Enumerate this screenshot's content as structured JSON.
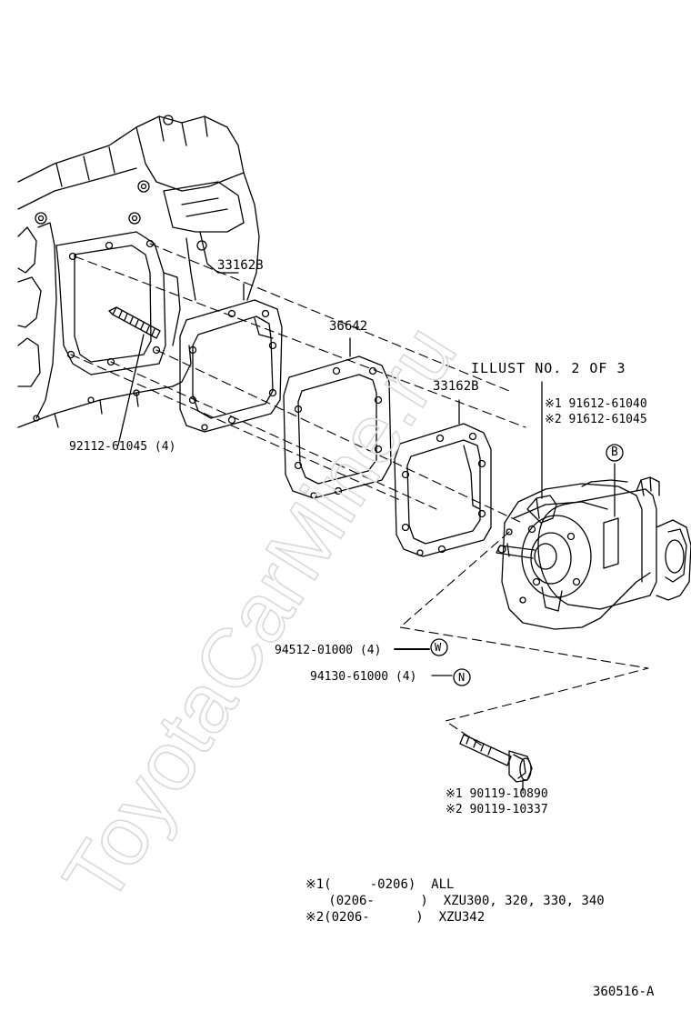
{
  "parts": {
    "p_33162b_left": "33162B",
    "p_36642": "36642",
    "p_33162b_right": "33162B",
    "p_92112": "92112-61045 (4)",
    "illust": "ILLUST NO. 2 OF 3",
    "p_91612_1": "※1 91612-61040",
    "p_91612_2": "※2 91612-61045",
    "marker_b": "B",
    "p_94512": "94512-01000 (4)",
    "marker_w": "W",
    "p_94130": "94130-61000 (4)",
    "marker_n": "N",
    "p_90119_1": "※1 90119-10890",
    "p_90119_2": "※2 90119-10337"
  },
  "notes": {
    "line1": "※1(     -0206)  ALL",
    "line2": "   (0206-      )  XZU300, 320, 330, 340",
    "line3": "※2(0206-      )  XZU342"
  },
  "diagram_code": "360516-A",
  "watermark": "ToyotaCarMine.ru"
}
